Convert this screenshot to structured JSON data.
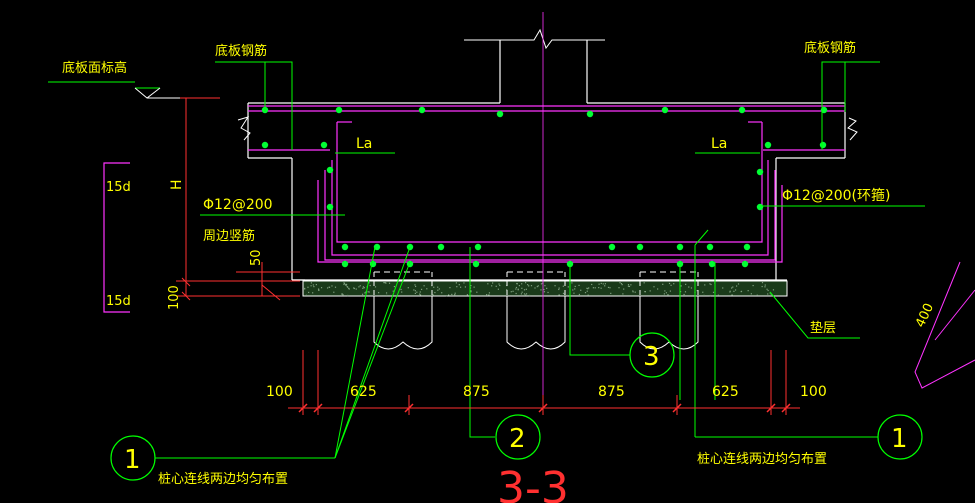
{
  "labels": {
    "slab_top_elev": "底板面标高",
    "rebar_left": "底板钢筋",
    "rebar_right": "底板钢筋",
    "la_left": "La",
    "la_right": "La",
    "h": "H",
    "d15_top": "15d",
    "d15_bot": "15d",
    "dim50": "50",
    "dim100_v": "100",
    "phi_left": "Φ12@200",
    "perimeter_stirrup": "周边竖筋",
    "phi_right": "Φ12@200(环箍)",
    "cushion": "垫层",
    "dim400": "400",
    "pile_note_left": "桩心连线两边均匀布置",
    "pile_note_right": "桩心连线两边均匀布置",
    "section": "3-3"
  },
  "dimensions": [
    "100",
    "625",
    "875",
    "875",
    "625",
    "100"
  ],
  "callouts": [
    "1",
    "2",
    "3",
    "1"
  ],
  "colors": {
    "background": "#000000",
    "concrete": "#ffffff",
    "rebar": "#ff33ff",
    "rebar_dot": "#00ff33",
    "leader": "#00ff00",
    "text": "#ffff00",
    "dimension": "#ff3030",
    "section_title": "#ff3030"
  }
}
